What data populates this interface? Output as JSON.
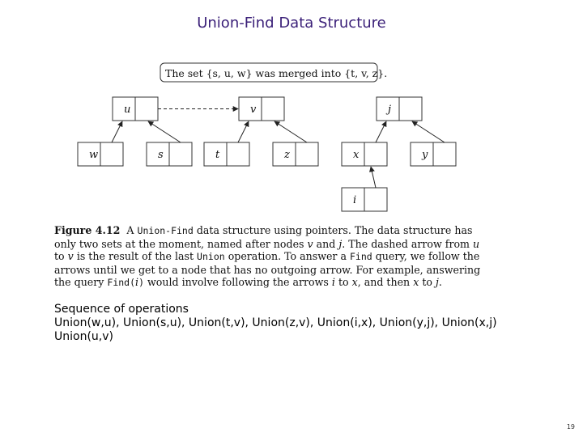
{
  "slide": {
    "title": "Union-Find Data Structure",
    "page_number": "19"
  },
  "figure": {
    "banner_text": "The set {s, u, w} was merged into {t, v, z}.",
    "nodes": [
      {
        "id": "u",
        "label": "u"
      },
      {
        "id": "v",
        "label": "v"
      },
      {
        "id": "j",
        "label": "j"
      },
      {
        "id": "w",
        "label": "w"
      },
      {
        "id": "s",
        "label": "s"
      },
      {
        "id": "t",
        "label": "t"
      },
      {
        "id": "z",
        "label": "z"
      },
      {
        "id": "x",
        "label": "x"
      },
      {
        "id": "y",
        "label": "y"
      },
      {
        "id": "i",
        "label": "i"
      }
    ],
    "edges": [
      {
        "from": "w",
        "to": "u",
        "style": "solid"
      },
      {
        "from": "s",
        "to": "u",
        "style": "solid"
      },
      {
        "from": "t",
        "to": "v",
        "style": "solid"
      },
      {
        "from": "z",
        "to": "v",
        "style": "solid"
      },
      {
        "from": "x",
        "to": "j",
        "style": "solid"
      },
      {
        "from": "y",
        "to": "j",
        "style": "solid"
      },
      {
        "from": "i",
        "to": "x",
        "style": "solid"
      },
      {
        "from": "u",
        "to": "v",
        "style": "dashed"
      }
    ]
  },
  "caption": {
    "figure_label": "Figure 4.12",
    "p1": "A",
    "p2": "Union-Find",
    "p3": "data structure using pointers. The data structure has only",
    "p4": "two sets at the moment, named after nodes",
    "p5": "v",
    "p6": "and",
    "p7": "j",
    "p8": ". The dashed arrow from",
    "p9": "u",
    "p10": "to",
    "p11": "v",
    "p12": "is the",
    "p13": "result of the last",
    "p14": "Union",
    "p15": "operation. To answer a",
    "p16": "Find",
    "p17": "query, we follow the arrows until",
    "p18": "we get to a node that has no outgoing arrow. For example, answering the query",
    "p19": "Find(",
    "p20": "i",
    "p21": ")",
    "p22": "would involve following the arrows",
    "p23": "i",
    "p24": "to",
    "p25": "x",
    "p26": ", and then",
    "p27": "x",
    "p28": "to",
    "p29": "j",
    "p30": "."
  },
  "operations": {
    "heading": "Sequence of operations",
    "line1": "Union(w,u), Union(s,u), Union(t,v), Union(z,v), Union(i,x), Union(y,j), Union(x,j)",
    "line2": "Union(u,v)"
  }
}
